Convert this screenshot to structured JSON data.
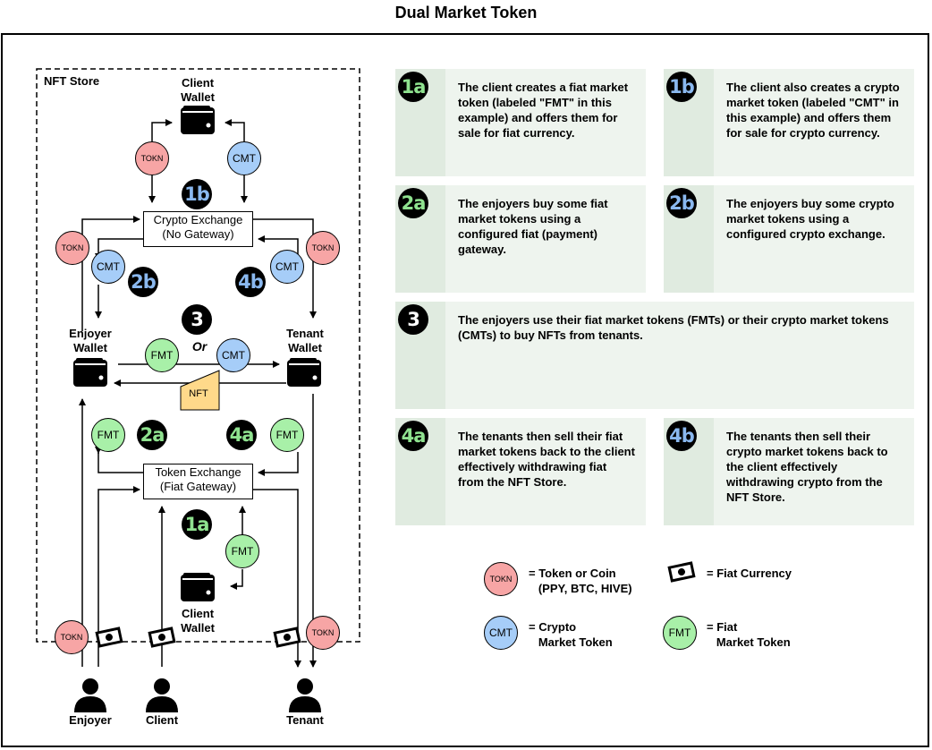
{
  "title": "Dual Market Token",
  "store_label": "NFT Store",
  "wallets": {
    "client_top": "Client Wallet",
    "enjoyer": "Enjoyer Wallet",
    "tenant": "Tenant Wallet",
    "client_bottom": "Client Wallet"
  },
  "exchanges": {
    "crypto_line1": "Crypto Exchange",
    "crypto_line2": "(No Gateway)",
    "token_line1": "Token Exchange",
    "token_line2": "(Fiat Gateway)"
  },
  "coins": {
    "tokn": "TOKN",
    "cmt": "CMT",
    "fmt": "FMT",
    "nft": "NFT"
  },
  "or_label": "Or",
  "actors": {
    "enjoyer": "Enjoyer",
    "client": "Client",
    "tenant": "Tenant"
  },
  "steps": [
    {
      "id": "1a",
      "text": "The client creates a fiat market token (labeled \"FMT\" in this example) and offers them for sale for fiat currency."
    },
    {
      "id": "1b",
      "text": "The client also creates a crypto market token (labeled \"CMT\" in this example) and offers them for sale for crypto currency."
    },
    {
      "id": "2a",
      "text": "The enjoyers buy some fiat market tokens using a configured fiat (payment) gateway."
    },
    {
      "id": "2b",
      "text": "The enjoyers buy some crypto market tokens using a configured crypto exchange."
    },
    {
      "id": "3",
      "text": "The enjoyers use their fiat market tokens (FMTs) or their crypto market tokens (CMTs) to buy NFTs from tenants."
    },
    {
      "id": "4a",
      "text": "The tenants then sell their fiat market tokens back to the client effectively withdrawing fiat from the NFT Store."
    },
    {
      "id": "4b",
      "text": "The tenants then sell their crypto market tokens back to the client effectively withdrawing crypto from the NFT Store."
    }
  ],
  "legend": {
    "tokn": "= Token or Coin\n   (PPY, BTC, HIVE)",
    "fiat": "= Fiat Currency",
    "cmt": "= Crypto\n   Market Token",
    "fmt": "= Fiat\n   Market Token"
  },
  "colors": {
    "red": "#f7a5a5",
    "blue": "#a6cdf8",
    "green": "#a8f0a8",
    "nft": "#ffd98a",
    "box": "#eef4ee"
  },
  "icons": [
    "wallet-icon",
    "money-icon",
    "person-icon",
    "arrow-icon"
  ]
}
